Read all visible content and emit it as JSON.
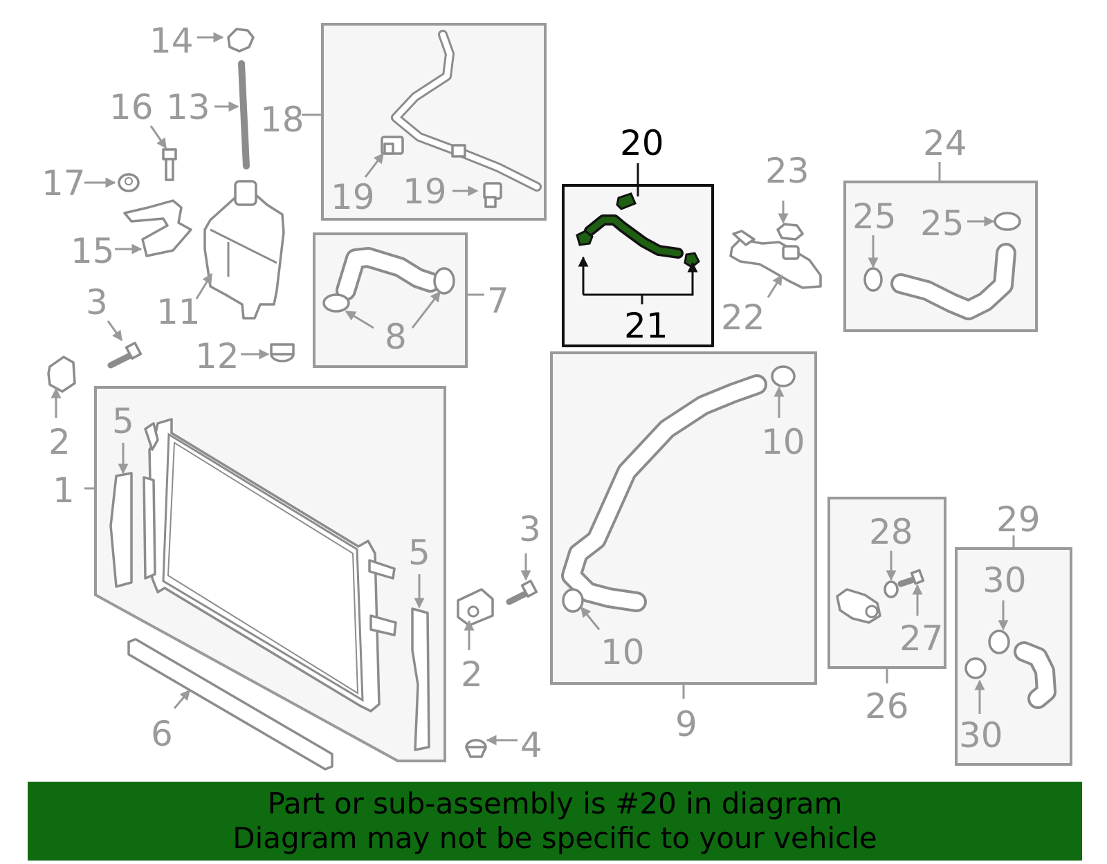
{
  "colors": {
    "part_gray": "#8c8c8c",
    "box_fill": "#f6f6f6",
    "highlight_part": "#1f5f12",
    "highlight_box": "#111111",
    "banner_bg": "#0e6b10"
  },
  "labels": {
    "l1": "1",
    "l2a": "2",
    "l2b": "2",
    "l3a": "3",
    "l3b": "3",
    "l4": "4",
    "l5a": "5",
    "l5b": "5",
    "l6": "6",
    "l7": "7",
    "l8": "8",
    "l9": "9",
    "l10a": "10",
    "l10b": "10",
    "l11": "11",
    "l12": "12",
    "l13": "13",
    "l14": "14",
    "l15": "15",
    "l16": "16",
    "l17": "17",
    "l18": "18",
    "l19a": "19",
    "l19b": "19",
    "l20": "20",
    "l21": "21",
    "l22": "22",
    "l23": "23",
    "l24": "24",
    "l25a": "25",
    "l25b": "25",
    "l26": "26",
    "l27": "27",
    "l28": "28",
    "l29": "29",
    "l30a": "30",
    "l30b": "30"
  },
  "banner": {
    "line1": "Part or sub-assembly is #20 in diagram",
    "line2": "Diagram may not be specific to your vehicle"
  }
}
